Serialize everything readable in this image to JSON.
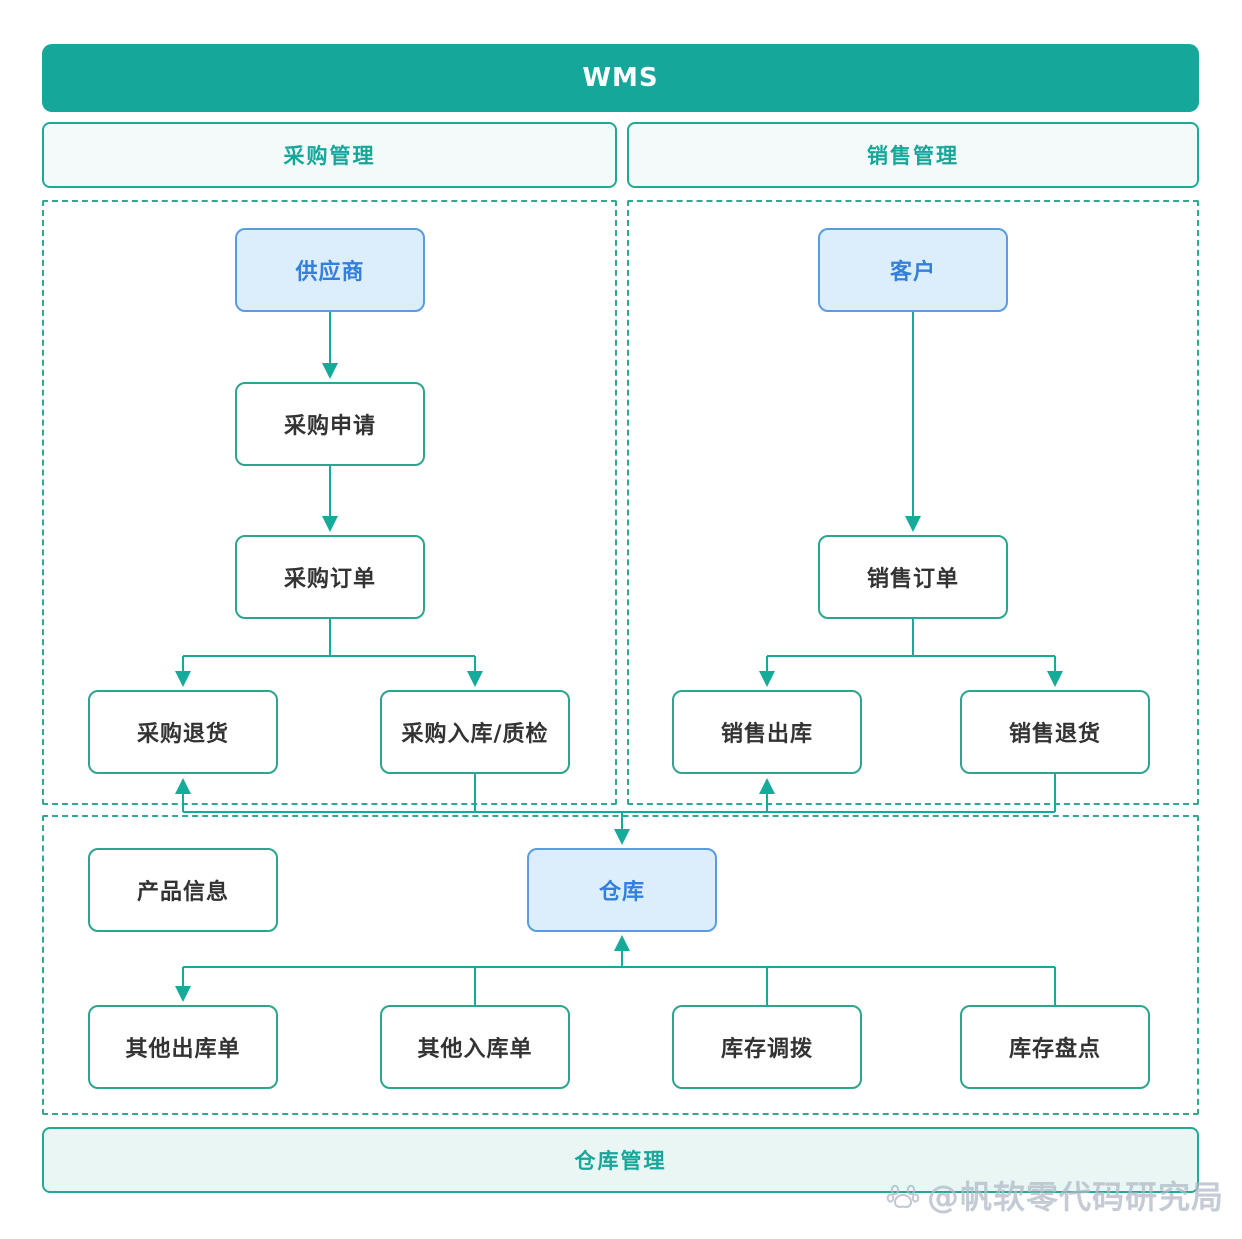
{
  "title": "WMS",
  "sections": {
    "purchase": {
      "label": "采购管理"
    },
    "sales": {
      "label": "销售管理"
    },
    "warehouse": {
      "label": "仓库管理"
    }
  },
  "nodes": {
    "supplier": {
      "label": "供应商",
      "type": "entity"
    },
    "purchase_request": {
      "label": "采购申请",
      "type": "process"
    },
    "purchase_order": {
      "label": "采购订单",
      "type": "process"
    },
    "purchase_return": {
      "label": "采购退货",
      "type": "process"
    },
    "purchase_inbound_qc": {
      "label": "采购入库/质检",
      "type": "process"
    },
    "customer": {
      "label": "客户",
      "type": "entity"
    },
    "sales_order": {
      "label": "销售订单",
      "type": "process"
    },
    "sales_outbound": {
      "label": "销售出库",
      "type": "process"
    },
    "sales_return": {
      "label": "销售退货",
      "type": "process"
    },
    "product_info": {
      "label": "产品信息",
      "type": "process"
    },
    "warehouse": {
      "label": "仓库",
      "type": "entity"
    },
    "other_outbound": {
      "label": "其他出库单",
      "type": "process"
    },
    "other_inbound": {
      "label": "其他入库单",
      "type": "process"
    },
    "inventory_transfer": {
      "label": "库存调拨",
      "type": "process"
    },
    "inventory_count": {
      "label": "库存盘点",
      "type": "process"
    }
  },
  "edges": [
    {
      "from": "supplier",
      "to": "purchase_request"
    },
    {
      "from": "purchase_request",
      "to": "purchase_order"
    },
    {
      "from": "purchase_order",
      "to": "purchase_return"
    },
    {
      "from": "purchase_order",
      "to": "purchase_inbound_qc"
    },
    {
      "from": "customer",
      "to": "sales_order"
    },
    {
      "from": "sales_order",
      "to": "sales_outbound"
    },
    {
      "from": "sales_order",
      "to": "sales_return"
    },
    {
      "from": "purchase_inbound_qc",
      "to": "warehouse"
    },
    {
      "from": "sales_return",
      "to": "warehouse"
    },
    {
      "from": "warehouse",
      "to": "purchase_return"
    },
    {
      "from": "warehouse",
      "to": "sales_outbound"
    },
    {
      "from": "warehouse",
      "to": "other_outbound"
    },
    {
      "from": "other_inbound",
      "to": "warehouse"
    },
    {
      "from": "inventory_transfer",
      "to": "warehouse"
    },
    {
      "from": "inventory_count",
      "to": "warehouse"
    }
  ],
  "watermark": {
    "text": "@帆软零代码研究局",
    "icon": "paw-icon"
  },
  "colors": {
    "header_bg": "#16a79b",
    "section_bg": "#f3faf9",
    "section_border": "#23a796",
    "section_text": "#16a79b",
    "dashed_border": "#30a893",
    "node_border": "#2ca58f",
    "node_text": "#333333",
    "entity_bg": "#dcedfb",
    "entity_border": "#5a9ce0",
    "entity_text": "#337fdd",
    "connector": "#15ab9a",
    "warehouse_header_bg": "#eaf6f4",
    "watermark_text": "#b0bac5"
  }
}
